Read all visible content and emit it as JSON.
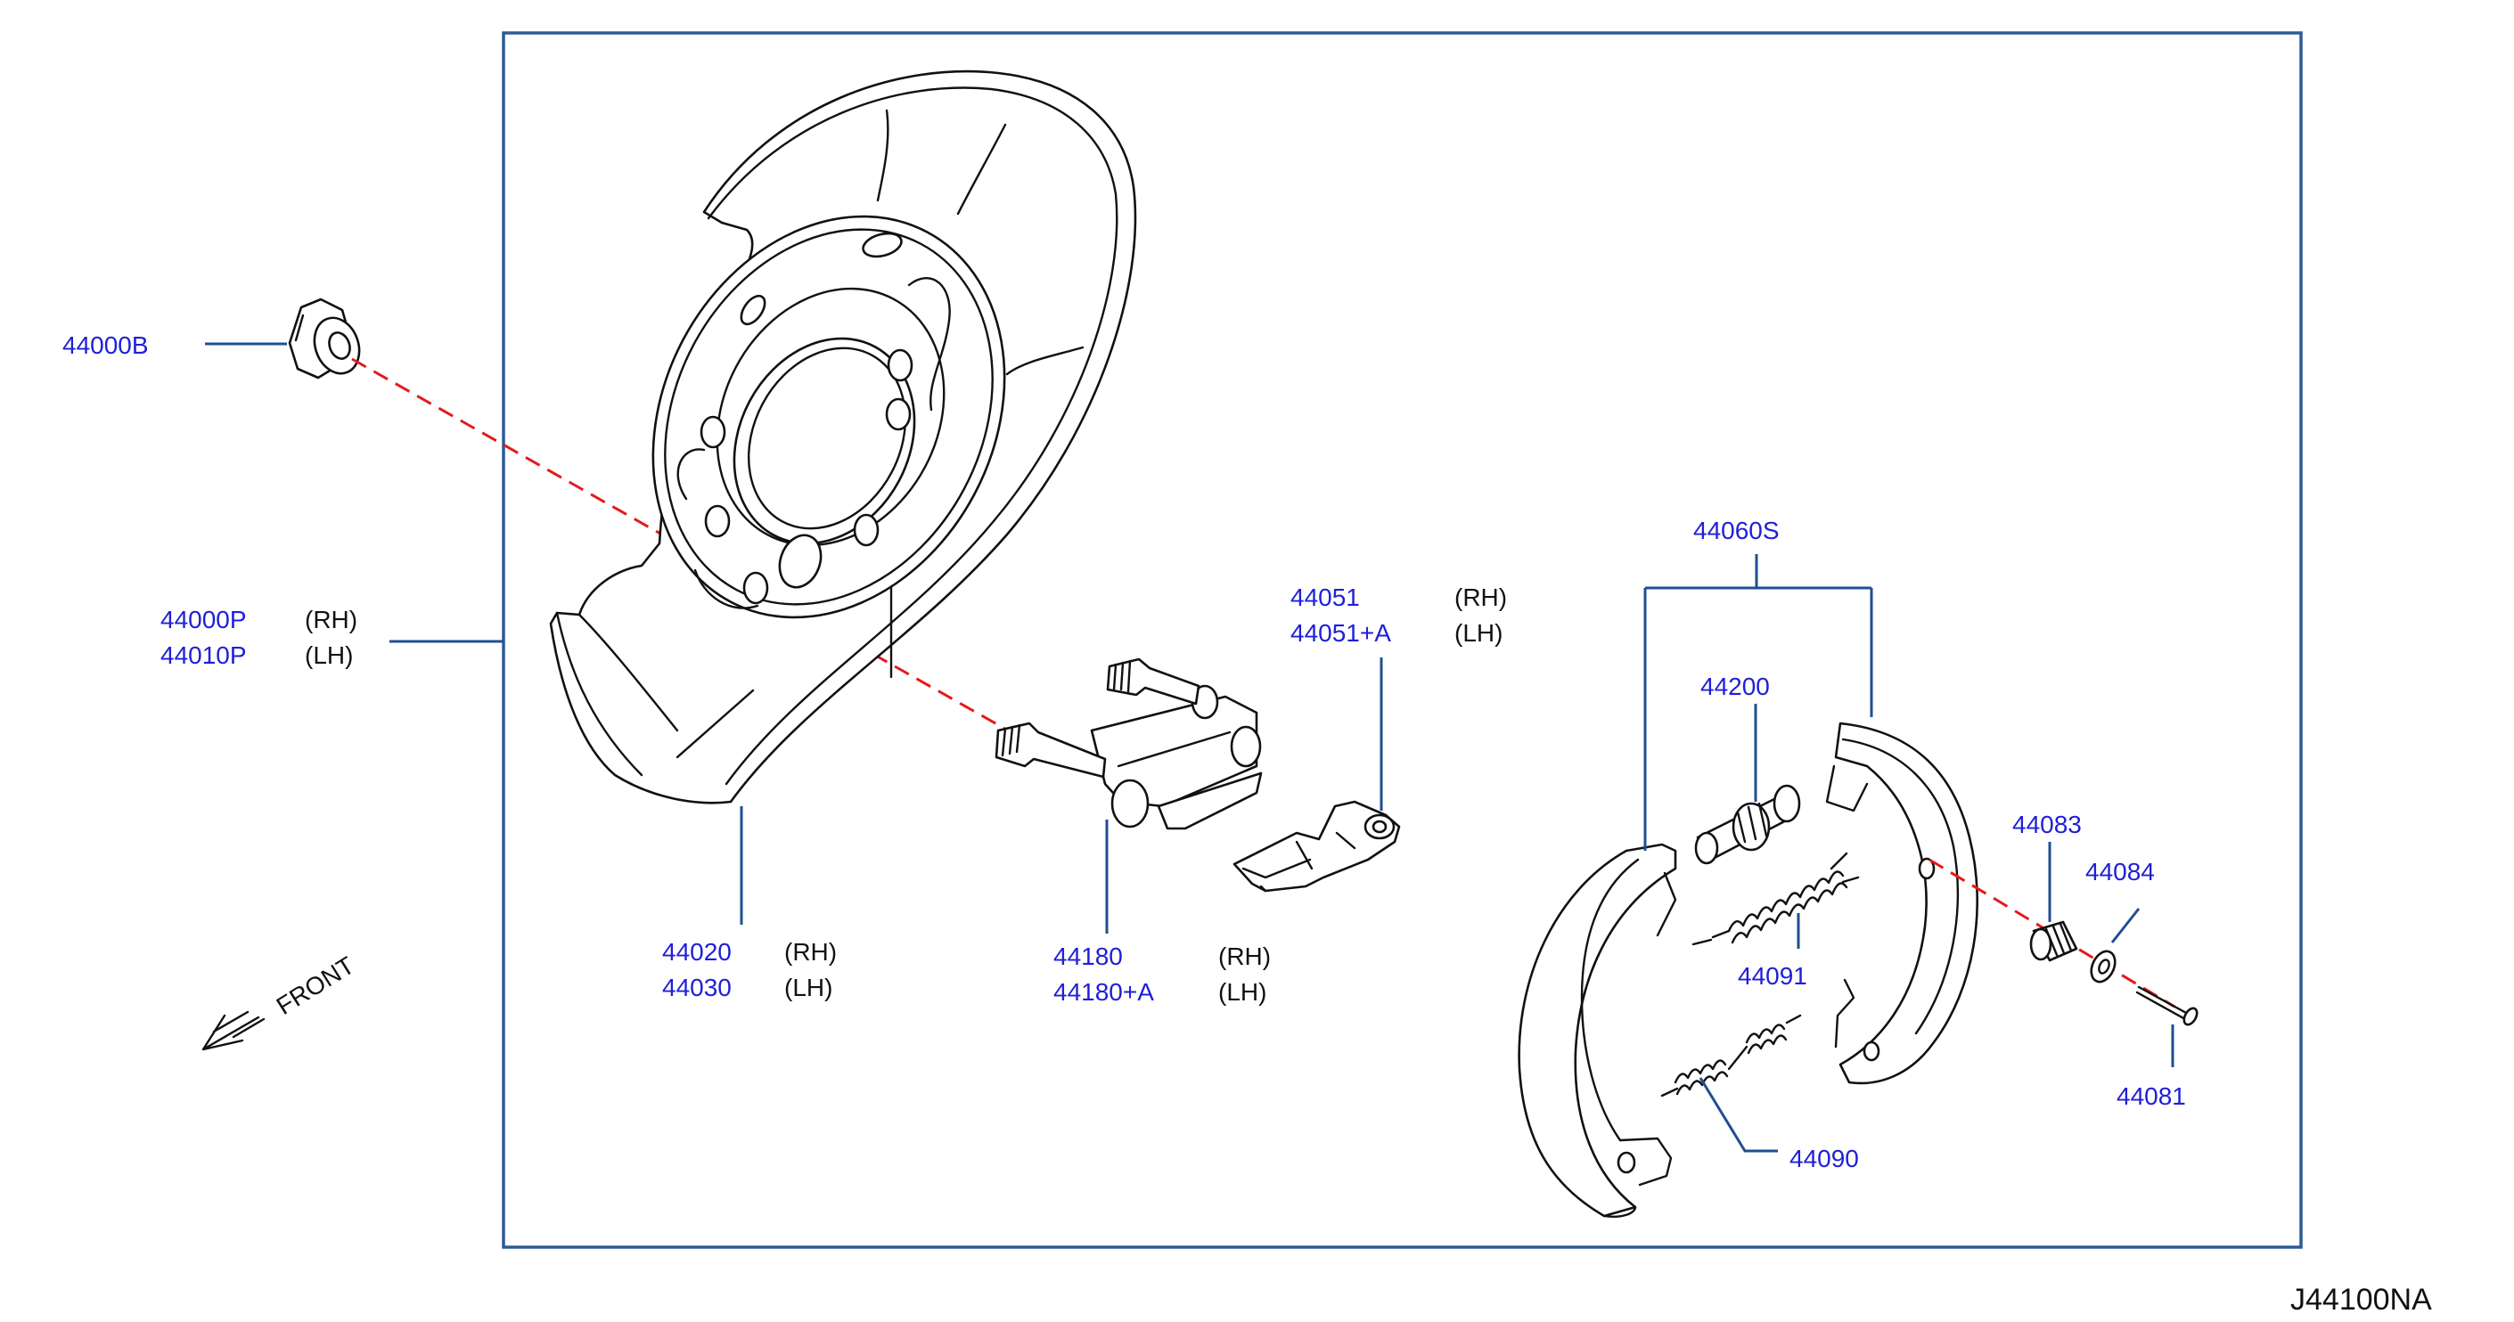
{
  "colors": {
    "part_number": "#1f1fd8",
    "leader": "#1f4f8f",
    "frame": "#2e5a95",
    "axis": "#e31b1b",
    "drawing": "#111111"
  },
  "labels": {
    "p44000B": "44000B",
    "p44000P": "44000P",
    "p44000P_side": "(RH)",
    "p44010P": "44010P",
    "p44010P_side": "(LH)",
    "p44020": "44020",
    "p44020_side": "(RH)",
    "p44030": "44030",
    "p44030_side": "(LH)",
    "p44051": "44051",
    "p44051_side": "(RH)",
    "p44051A": "44051+A",
    "p44051A_side": "(LH)",
    "p44180": "44180",
    "p44180_side": "(RH)",
    "p44180A": "44180+A",
    "p44180A_side": "(LH)",
    "p44060S": "44060S",
    "p44200": "44200",
    "p44083": "44083",
    "p44084": "44084",
    "p44091": "44091",
    "p44081": "44081",
    "p44090": "44090"
  },
  "front_label": "FRONT",
  "reference": "J44100NA"
}
